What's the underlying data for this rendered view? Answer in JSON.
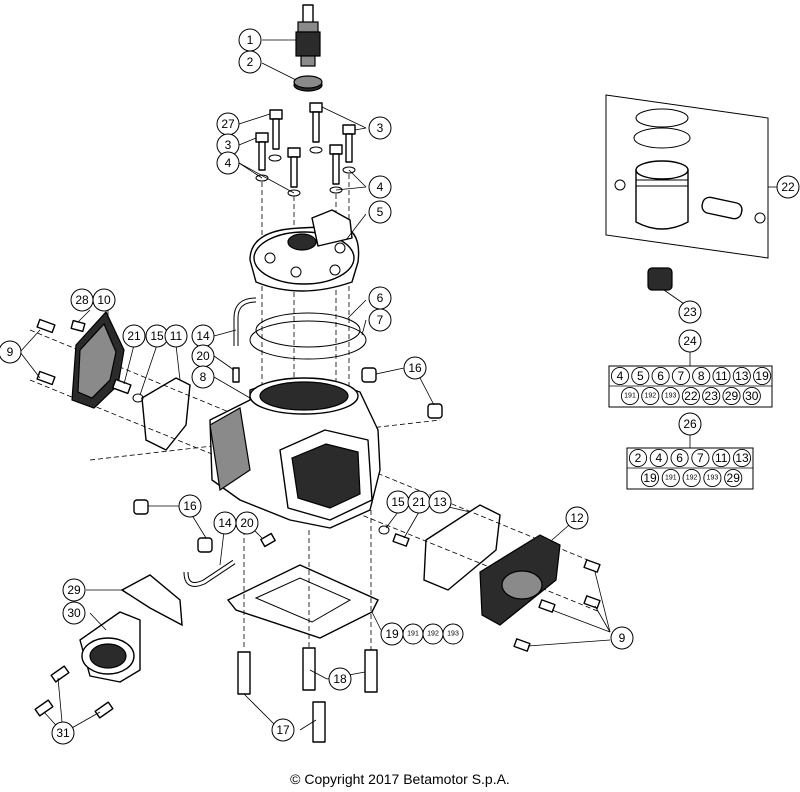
{
  "callouts": {
    "c1": "1",
    "c2": "2",
    "c27": "27",
    "c3a": "3",
    "c3b": "3",
    "c4a": "4",
    "c4b": "4",
    "c5": "5",
    "c28": "28",
    "c10": "10",
    "c9a": "9",
    "c21a": "21",
    "c15a": "15",
    "c11": "11",
    "c14a": "14",
    "c6": "6",
    "c7": "7",
    "c20a": "20",
    "c8": "8",
    "c16a": "16",
    "c16b": "16",
    "c14b": "14",
    "c20b": "20",
    "c15b": "15",
    "c21b": "21",
    "c13": "13",
    "c12": "12",
    "c29": "29",
    "c30": "30",
    "c19": "19",
    "c19_191": "191",
    "c19_192": "192",
    "c19_193": "193",
    "c9b": "9",
    "c18": "18",
    "c17": "17",
    "c31": "31",
    "c22": "22",
    "c23": "23",
    "c24": "24",
    "c26": "26"
  },
  "kit24": {
    "row1": [
      "4",
      "5",
      "6",
      "7",
      "8",
      "11",
      "13",
      "19"
    ],
    "row2": [
      "191",
      "192",
      "193",
      "22",
      "23",
      "29",
      "30"
    ]
  },
  "kit26": {
    "row1": [
      "2",
      "4",
      "6",
      "7",
      "11",
      "13"
    ],
    "row2": [
      "19",
      "191",
      "192",
      "193",
      "29"
    ]
  },
  "footer": {
    "copyright": "© Copyright 2017 Betamotor S.p.A."
  }
}
